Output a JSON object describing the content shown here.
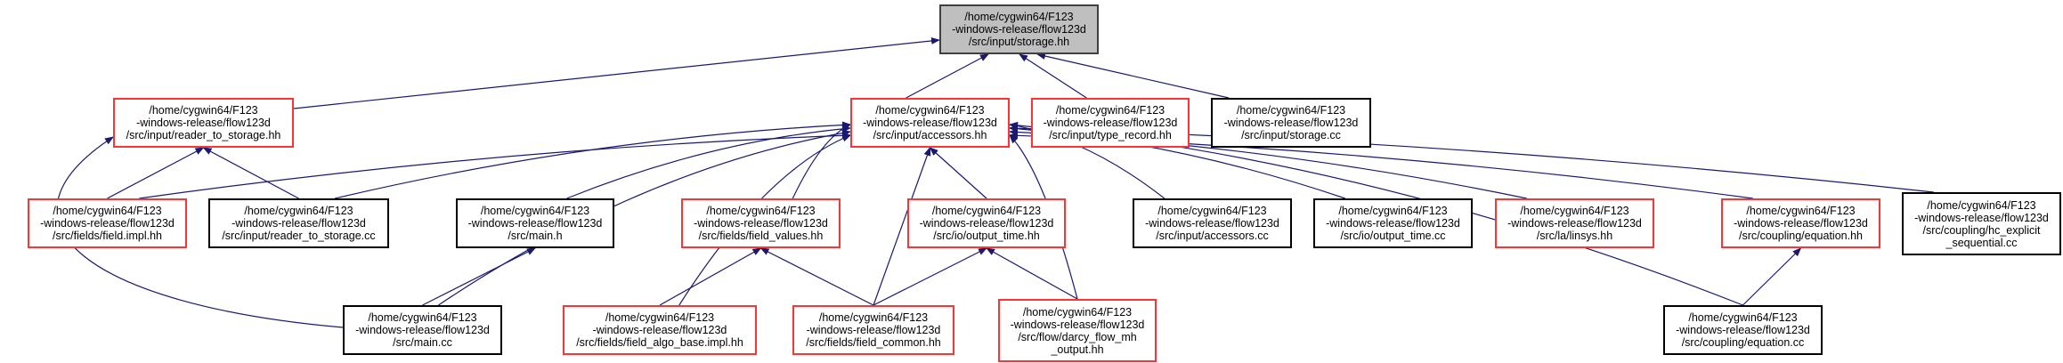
{
  "colors": {
    "edge": "#191970",
    "node_red": "#ff3333",
    "node_black": "#000000",
    "current_fill": "#bfbfbf"
  },
  "nodes": {
    "storage_hh": {
      "lines": [
        "/home/cygwin64/F123",
        "-windows-release/flow123d",
        "/src/input/storage.hh"
      ]
    },
    "reader_to_storage_hh": {
      "lines": [
        "/home/cygwin64/F123",
        "-windows-release/flow123d",
        "/src/input/reader_to_storage.hh"
      ]
    },
    "accessors_hh": {
      "lines": [
        "/home/cygwin64/F123",
        "-windows-release/flow123d",
        "/src/input/accessors.hh"
      ]
    },
    "type_record_hh": {
      "lines": [
        "/home/cygwin64/F123",
        "-windows-release/flow123d",
        "/src/input/type_record.hh"
      ]
    },
    "storage_cc": {
      "lines": [
        "/home/cygwin64/F123",
        "-windows-release/flow123d",
        "/src/input/storage.cc"
      ]
    },
    "field_impl_hh": {
      "lines": [
        "/home/cygwin64/F123",
        "-windows-release/flow123d",
        "/src/fields/field.impl.hh"
      ]
    },
    "reader_to_storage_cc": {
      "lines": [
        "/home/cygwin64/F123",
        "-windows-release/flow123d",
        "/src/input/reader_to_storage.cc"
      ]
    },
    "main_h": {
      "lines": [
        "/home/cygwin64/F123",
        "-windows-release/flow123d",
        "/src/main.h"
      ]
    },
    "field_values_hh": {
      "lines": [
        "/home/cygwin64/F123",
        "-windows-release/flow123d",
        "/src/fields/field_values.hh"
      ]
    },
    "output_time_hh": {
      "lines": [
        "/home/cygwin64/F123",
        "-windows-release/flow123d",
        "/src/io/output_time.hh"
      ]
    },
    "accessors_cc": {
      "lines": [
        "/home/cygwin64/F123",
        "-windows-release/flow123d",
        "/src/input/accessors.cc"
      ]
    },
    "output_time_cc": {
      "lines": [
        "/home/cygwin64/F123",
        "-windows-release/flow123d",
        "/src/io/output_time.cc"
      ]
    },
    "linsys_hh": {
      "lines": [
        "/home/cygwin64/F123",
        "-windows-release/flow123d",
        "/src/la/linsys.hh"
      ]
    },
    "equation_hh": {
      "lines": [
        "/home/cygwin64/F123",
        "-windows-release/flow123d",
        "/src/coupling/equation.hh"
      ]
    },
    "hc_explicit_sequential_cc": {
      "lines": [
        "/home/cygwin64/F123",
        "-windows-release/flow123d",
        "/src/coupling/hc_explicit",
        "_sequential.cc"
      ]
    },
    "main_cc": {
      "lines": [
        "/home/cygwin64/F123",
        "-windows-release/flow123d",
        "/src/main.cc"
      ]
    },
    "field_algo_base_impl_hh": {
      "lines": [
        "/home/cygwin64/F123",
        "-windows-release/flow123d",
        "/src/fields/field_algo_base.impl.hh"
      ]
    },
    "field_common_hh": {
      "lines": [
        "/home/cygwin64/F123",
        "-windows-release/flow123d",
        "/src/fields/field_common.hh"
      ]
    },
    "darcy_flow_mh_output_hh": {
      "lines": [
        "/home/cygwin64/F123",
        "-windows-release/flow123d",
        "/src/flow/darcy_flow_mh",
        "_output.hh"
      ]
    },
    "equation_cc": {
      "lines": [
        "/home/cygwin64/F123",
        "-windows-release/flow123d",
        "/src/coupling/equation.cc"
      ]
    }
  },
  "edges": [
    [
      "reader_to_storage_hh",
      "storage_hh"
    ],
    [
      "accessors_hh",
      "storage_hh"
    ],
    [
      "type_record_hh",
      "storage_hh"
    ],
    [
      "storage_cc",
      "storage_hh"
    ],
    [
      "field_impl_hh",
      "reader_to_storage_hh"
    ],
    [
      "reader_to_storage_cc",
      "reader_to_storage_hh"
    ],
    [
      "main_cc",
      "reader_to_storage_hh"
    ],
    [
      "field_impl_hh",
      "accessors_hh"
    ],
    [
      "reader_to_storage_cc",
      "accessors_hh"
    ],
    [
      "main_h",
      "accessors_hh"
    ],
    [
      "main_cc",
      "accessors_hh"
    ],
    [
      "field_algo_base_impl_hh",
      "accessors_hh"
    ],
    [
      "field_values_hh",
      "accessors_hh"
    ],
    [
      "field_common_hh",
      "accessors_hh"
    ],
    [
      "output_time_hh",
      "accessors_hh"
    ],
    [
      "darcy_flow_mh_output_hh",
      "accessors_hh"
    ],
    [
      "accessors_cc",
      "accessors_hh"
    ],
    [
      "output_time_cc",
      "accessors_hh"
    ],
    [
      "linsys_hh",
      "accessors_hh"
    ],
    [
      "equation_hh",
      "accessors_hh"
    ],
    [
      "equation_cc",
      "accessors_hh"
    ],
    [
      "hc_explicit_sequential_cc",
      "accessors_hh"
    ],
    [
      "main_cc",
      "main_h"
    ],
    [
      "field_algo_base_impl_hh",
      "field_values_hh"
    ],
    [
      "field_common_hh",
      "field_values_hh"
    ],
    [
      "field_common_hh",
      "output_time_hh"
    ],
    [
      "darcy_flow_mh_output_hh",
      "output_time_hh"
    ],
    [
      "equation_cc",
      "equation_hh"
    ]
  ]
}
